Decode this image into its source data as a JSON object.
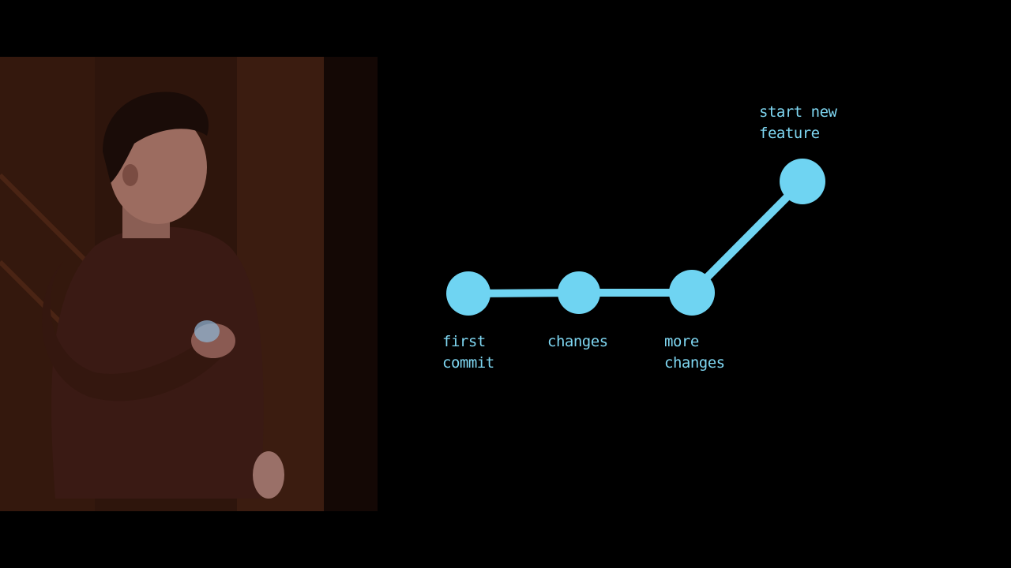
{
  "colors": {
    "background": "#000000",
    "accent": "#6fd4f2",
    "label": "#7fd7f2"
  },
  "presenter": {
    "description_icon": "presenter-photo-icon"
  },
  "commit_graph": {
    "nodes": [
      {
        "label": "first\ncommit"
      },
      {
        "label": "changes"
      },
      {
        "label": "more\nchanges"
      },
      {
        "label": "start new\nfeature"
      }
    ]
  }
}
